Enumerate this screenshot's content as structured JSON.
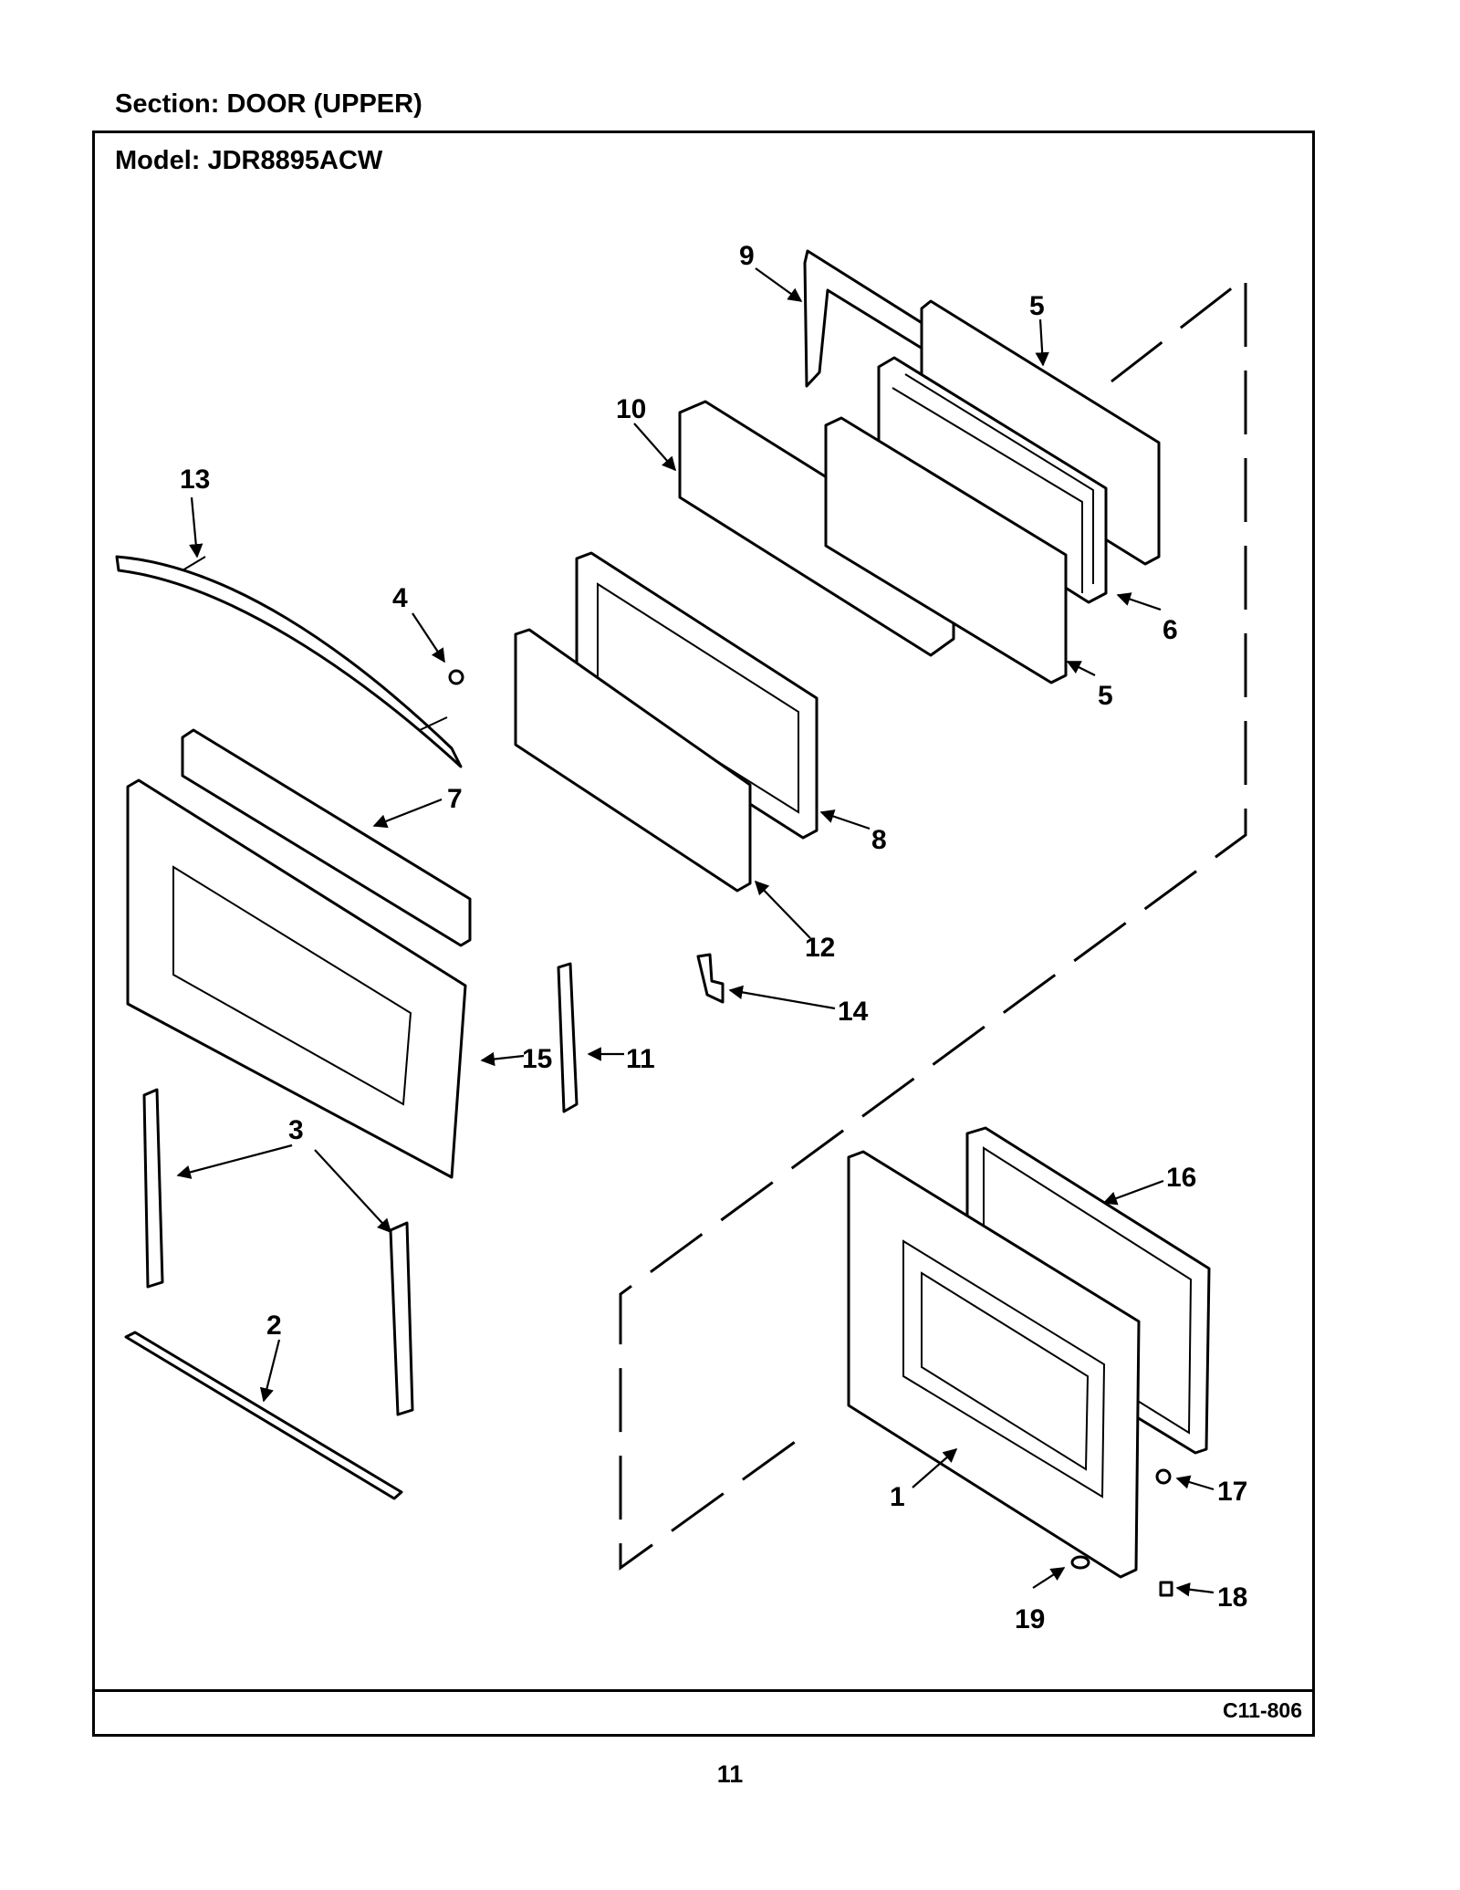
{
  "header": {
    "section": "Section:  DOOR (UPPER)",
    "model": "Model:  JDR8895ACW"
  },
  "footer": {
    "diagram_code": "C11-806",
    "page_number": "11"
  },
  "callouts": [
    "1",
    "2",
    "3",
    "4",
    "5",
    "5",
    "6",
    "7",
    "8",
    "9",
    "10",
    "11",
    "12",
    "13",
    "14",
    "15",
    "16",
    "17",
    "18",
    "19"
  ]
}
